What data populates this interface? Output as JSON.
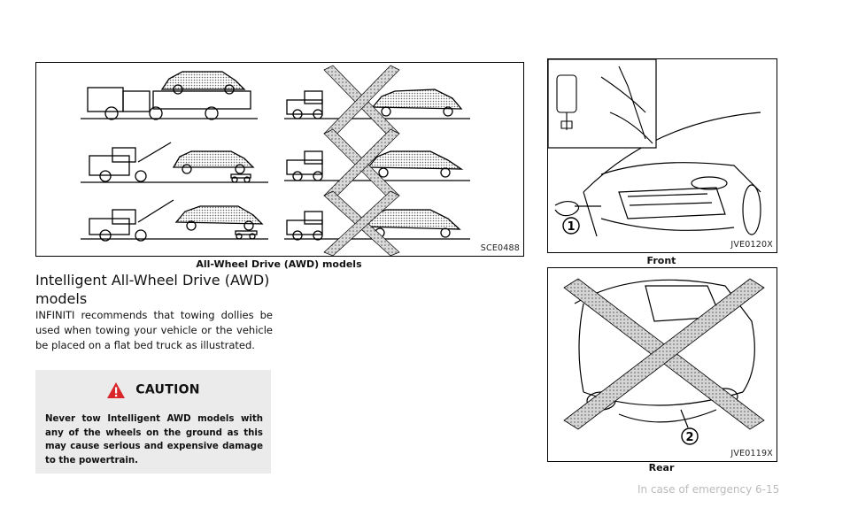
{
  "figure_awd": {
    "code": "SCE0488",
    "caption": "All-Wheel Drive (AWD) models"
  },
  "figure_front": {
    "code": "JVE0120X",
    "caption": "Front",
    "callout": "1"
  },
  "figure_rear": {
    "code": "JVE0119X",
    "caption": "Rear",
    "callout": "2"
  },
  "section": {
    "heading": "Intelligent All-Wheel Drive (AWD) models",
    "body": "INFINITI recommends that towing dollies be used when towing your vehicle or the vehicle be placed on a flat bed truck as illustrated."
  },
  "caution": {
    "title": "CAUTION",
    "text": "Never tow Intelligent AWD models with any of the wheels on the ground as this may cause serious and expensive damage to the powertrain."
  },
  "footer": {
    "text": "In case of emergency   6-15"
  },
  "colors": {
    "caution_bg": "#ebebeb",
    "warning_icon": "#d8262b",
    "frame": "#000000"
  },
  "icons": {
    "warning": "warning-triangle-icon"
  }
}
